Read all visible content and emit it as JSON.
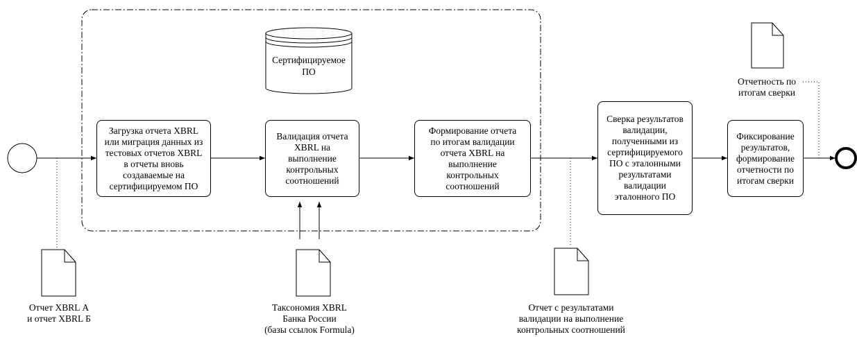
{
  "database": {
    "label": "Сертифицируемое\nПО"
  },
  "tasks": [
    {
      "id": "upload",
      "label": "Загрузка отчета XBRL\nили миграция данных из\nтестовых отчетов XBRL\nв отчеты вновь\nсоздаваемые на\nсертифицируемом ПО"
    },
    {
      "id": "validate",
      "label": "Валидация отчета\nXBRL на\nвыполнение\nконтрольных\nсоотношений"
    },
    {
      "id": "report",
      "label": "Формирование отчета\nпо итогам валидации\nотчета XBRL на\nвыполнение\nконтрольных\nсоотношений"
    },
    {
      "id": "compare",
      "label": "Сверка результатов\nвалидации,\nполученными из\nсертифицируемого\nПО с эталонными\nрезультатами\nвалидации\nэталонного ПО"
    },
    {
      "id": "record",
      "label": "Фиксирование\nрезультатов,\nформирование\nотчетности по\nитогам сверки"
    }
  ],
  "documents": [
    {
      "id": "input-reports",
      "label": "Отчет XBRL А\nи отчет XBRL Б"
    },
    {
      "id": "taxonomy",
      "label": "Таксономия XBRL\nБанка России\n(базы ссылок Formula)"
    },
    {
      "id": "validation-report",
      "label": "Отчет с результатами\nвалидации на выполнение\nконтрольных соотношений"
    },
    {
      "id": "final-report",
      "label": "Отчетность по\nитогам сверки"
    }
  ]
}
